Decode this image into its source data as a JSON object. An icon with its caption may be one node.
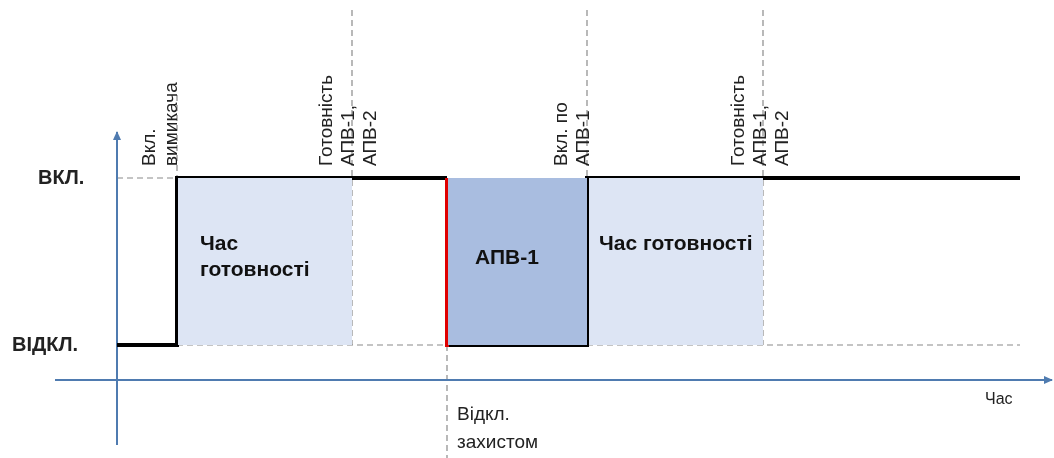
{
  "diagram": {
    "nodes": [
      {
        "text": [
          "Час готовності"
        ]
      },
      {
        "text": [
          "АПВ-1"
        ]
      },
      {
        "text": [
          "Час готовності"
        ]
      }
    ],
    "labels": [
      "Вкл. вимикача",
      "Готовність АПВ-1, АПВ-2",
      "Вкл. по АПВ-1",
      "Готовність АПВ-1, АПВ-2",
      "ВКЛ.",
      "ВІДКЛ.",
      "Відкл. захистом",
      "Час"
    ]
  }
}
